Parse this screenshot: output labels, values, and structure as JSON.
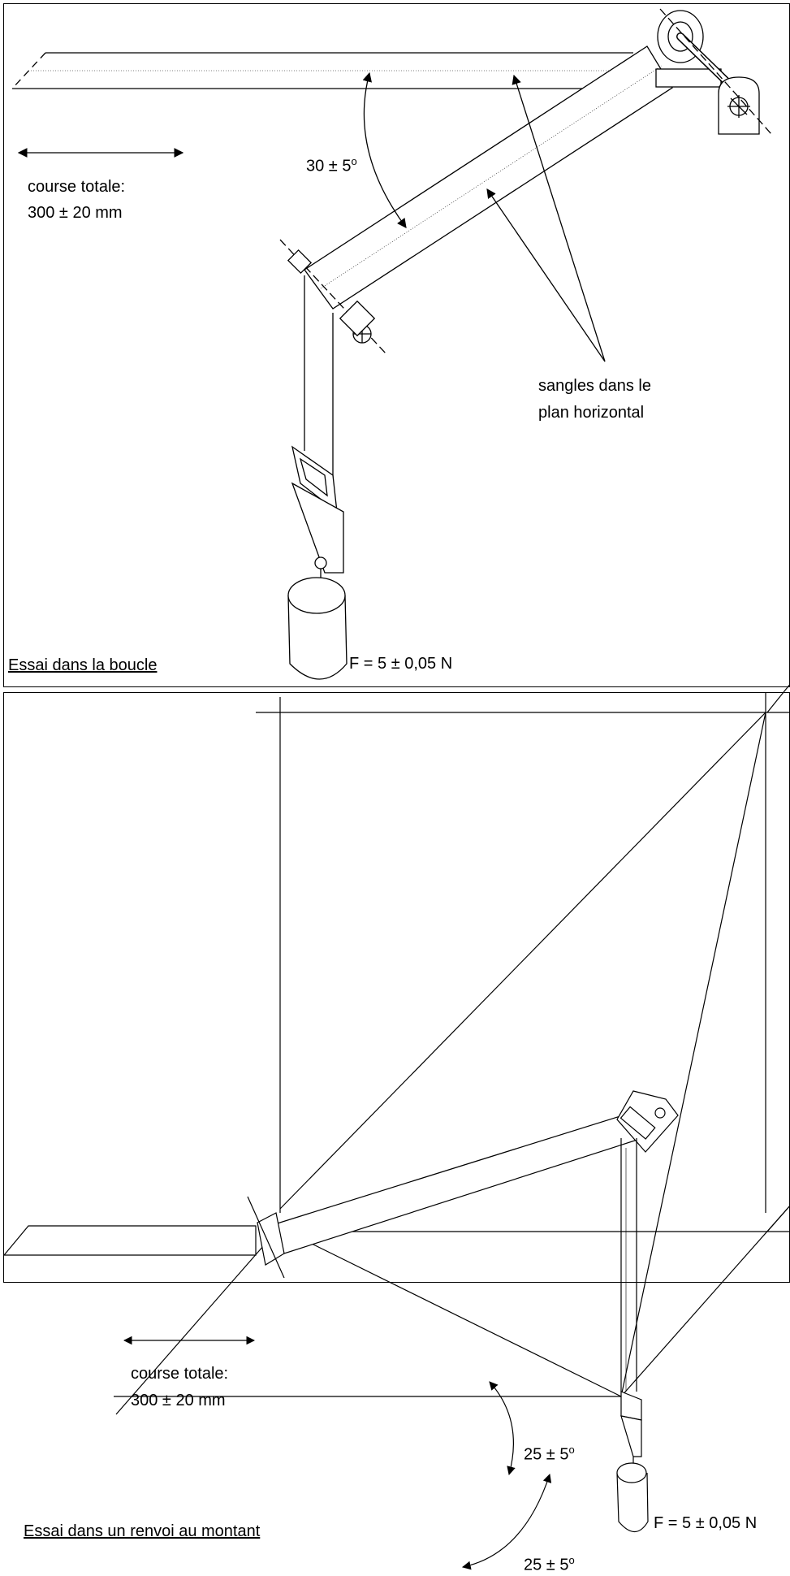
{
  "top_panel": {
    "course_label": "course totale:",
    "course_value": "300 ±  20 mm",
    "angle_label": "30 ± 5",
    "angle_degree": "o",
    "webbing_note_line1": "sangles dans le",
    "webbing_note_line2": "plan horizontal",
    "force_label": "F = 5 ± 0,05 N",
    "caption": "Essai dans la boucle"
  },
  "bottom_panel": {
    "course_label": "course totale:",
    "course_value": "300 ± 20 mm",
    "angle_upper_label": "25 ± 5",
    "angle_upper_degree": "o",
    "angle_lower_label": "25 ± 5",
    "angle_lower_degree": "o",
    "force_label": "F = 5 ± 0,05 N",
    "caption": "Essai  dans un renvoi au montant"
  }
}
